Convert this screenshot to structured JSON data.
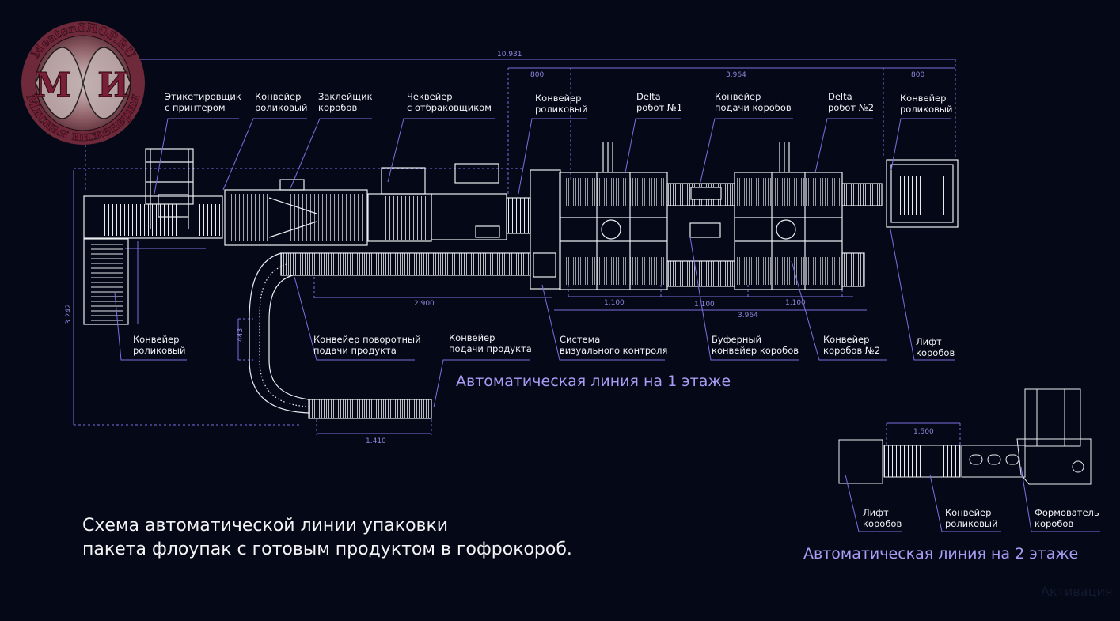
{
  "logo": {
    "site_text": "MeatenSHOP.RU",
    "ring_text": "Мясная инженерия",
    "letters": [
      "М",
      "И"
    ]
  },
  "colors": {
    "background": "#050816",
    "drawing_lines": "#ffffff",
    "leader_lines": "#7b6fe0",
    "dimension_text": "#8d86dd",
    "section_title": "#a99cf5",
    "logo_red": "#7a1f38"
  },
  "dimensions": {
    "overall_length": "10.931",
    "top_left_800": "800",
    "top_mid_3964": "3.964",
    "top_right_800": "800",
    "height_3242": "3.242",
    "conveyor_2900": "2.900",
    "robot1_1100": "1.100",
    "buffer_1100": "1.100",
    "robot2_1100": "1.100",
    "bottom_3964": "3.964",
    "curve_443": "443",
    "feed_1410": "1.410",
    "floor2_1500": "1.500"
  },
  "floor1": {
    "title": "Автоматическая линия на 1 этаже",
    "labels_top": [
      "Этикетировщик\nс принтером",
      "Конвейер\nроликовый",
      "Заклейщик\nкоробов",
      "Чеквейер\nс отбраковщиком",
      "Конвейер\nроликовый",
      "Delta\nробот №1",
      "Конвейер\nподачи коробов",
      "Delta\nробот №2",
      "Конвейер\nроликовый"
    ],
    "labels_bottom": [
      "Конвейер\nроликовый",
      "Конвейер поворотный\nподачи продукта",
      "Конвейер\nподачи продукта",
      "Система\nвизуального контроля",
      "Буферный\nконвейер коробов",
      "Конвейер\nкоробов №2",
      "Лифт\nкоробов"
    ]
  },
  "floor2": {
    "title": "Автоматическая линия на 2 этаже",
    "labels": [
      "Лифт\nкоробов",
      "Конвейер\nроликовый",
      "Формователь\nкоробов"
    ]
  },
  "caption": "Схема автоматической линии упаковки\nпакета флоупак с готовым продуктом в гофрокороб.",
  "watermark": "Активация"
}
